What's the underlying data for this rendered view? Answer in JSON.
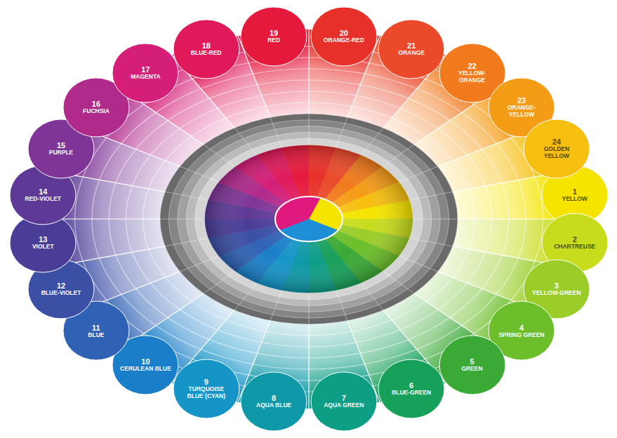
{
  "diagram": {
    "nodes": [
      {
        "text": [
          "1",
          "YELLOW"
        ]
      },
      {
        "text": [
          "2",
          "CHARTREUSE"
        ]
      },
      {
        "text": [
          "3",
          "YELLOW-GREEN"
        ]
      },
      {
        "text": [
          "4",
          "SPRING GREEN"
        ]
      },
      {
        "text": [
          "5",
          "GREEN"
        ]
      },
      {
        "text": [
          "6",
          "BLUE-GREEN"
        ]
      },
      {
        "text": [
          "7",
          "AQUA GREEN"
        ]
      },
      {
        "text": [
          "8",
          "AQUA BLUE"
        ]
      },
      {
        "text": [
          "9",
          "TURQUOISE BLUE (CYAN)"
        ]
      },
      {
        "text": [
          "10",
          "CERULEAN BLUE"
        ]
      },
      {
        "text": [
          "11",
          "BLUE"
        ]
      },
      {
        "text": [
          "12",
          "BLUE-VIOLET"
        ]
      },
      {
        "text": [
          "13",
          "VIOLET"
        ]
      },
      {
        "text": [
          "14",
          "RED-VIOLET"
        ]
      },
      {
        "text": [
          "15",
          "PURPLE"
        ]
      },
      {
        "text": [
          "16",
          "FUCHSIA"
        ]
      },
      {
        "text": [
          "17",
          "MAGENTA"
        ]
      },
      {
        "text": [
          "18",
          "BLUE-RED"
        ]
      },
      {
        "text": [
          "19",
          "RED"
        ]
      },
      {
        "text": [
          "20",
          "ORANGE-RED"
        ]
      },
      {
        "text": [
          "21",
          "ORANGE"
        ]
      },
      {
        "text": [
          "22",
          "YELLOW-ORANGE"
        ]
      },
      {
        "text": [
          "23",
          "ORANGE-YELLOW"
        ]
      },
      {
        "text": [
          "24",
          "GOLDEN YELLOW"
        ]
      }
    ]
  }
}
